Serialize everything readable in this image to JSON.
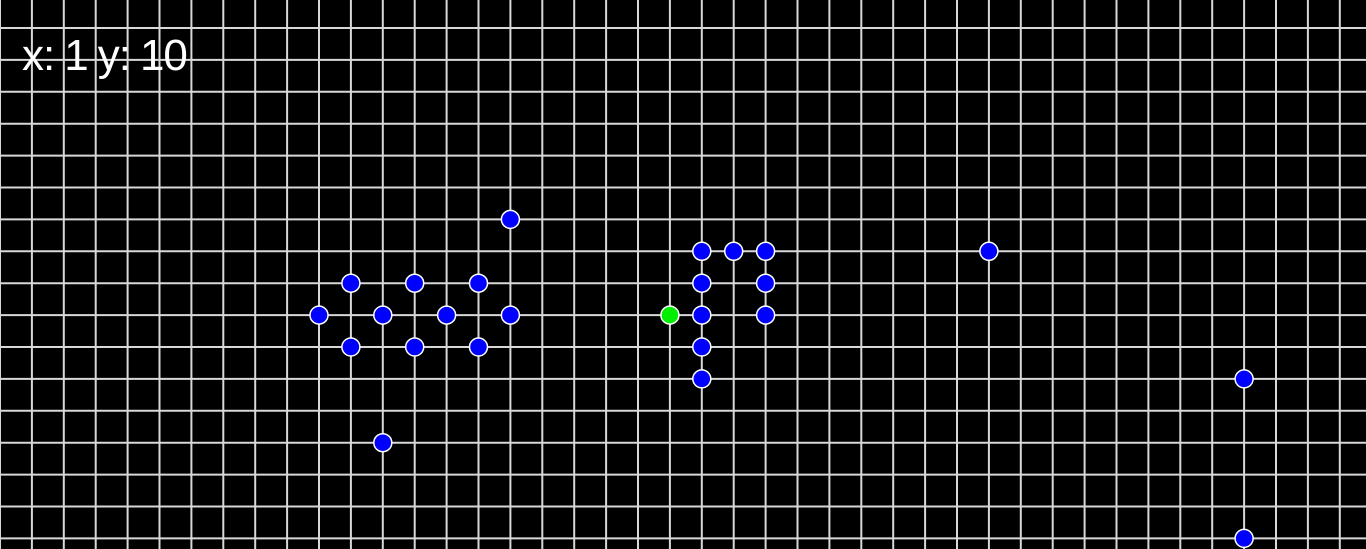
{
  "readout": {
    "x_label": "x:",
    "x_value": "1",
    "y_label": "y:",
    "y_value": "10"
  },
  "colors": {
    "background": "#000000",
    "grid_line": "#d8d8d8",
    "node_fill": "#0000ff",
    "node_stroke": "#ffffff",
    "cursor_fill": "#00ee00"
  },
  "grid": {
    "columns": 43,
    "rows": 18
  },
  "cursor": {
    "col": 21,
    "row": 9
  },
  "nodes": [
    {
      "col": 16,
      "row": 6
    },
    {
      "col": 22,
      "row": 7
    },
    {
      "col": 23,
      "row": 7
    },
    {
      "col": 24,
      "row": 7
    },
    {
      "col": 31,
      "row": 7
    },
    {
      "col": 11,
      "row": 8
    },
    {
      "col": 13,
      "row": 8
    },
    {
      "col": 15,
      "row": 8
    },
    {
      "col": 22,
      "row": 8
    },
    {
      "col": 24,
      "row": 8
    },
    {
      "col": 10,
      "row": 9
    },
    {
      "col": 12,
      "row": 9
    },
    {
      "col": 14,
      "row": 9
    },
    {
      "col": 16,
      "row": 9
    },
    {
      "col": 22,
      "row": 9
    },
    {
      "col": 24,
      "row": 9
    },
    {
      "col": 11,
      "row": 10
    },
    {
      "col": 13,
      "row": 10
    },
    {
      "col": 15,
      "row": 10
    },
    {
      "col": 22,
      "row": 10
    },
    {
      "col": 22,
      "row": 11
    },
    {
      "col": 39,
      "row": 11
    },
    {
      "col": 12,
      "row": 13
    },
    {
      "col": 39,
      "row": 16
    }
  ]
}
